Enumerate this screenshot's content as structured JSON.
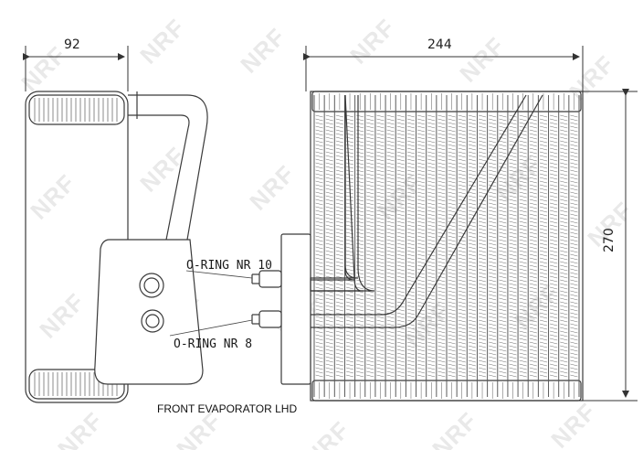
{
  "dimensions": {
    "width": "92",
    "length": "244",
    "height": "270"
  },
  "labels": {
    "oring_upper": "O-RING NR 10",
    "oring_lower": "O-RING NR 8",
    "caption": "FRONT EVAPORATOR LHD"
  },
  "watermark": {
    "text": "NRF"
  },
  "colors": {
    "line": "#3a3a3a",
    "watermark": "#e9e9e9"
  }
}
